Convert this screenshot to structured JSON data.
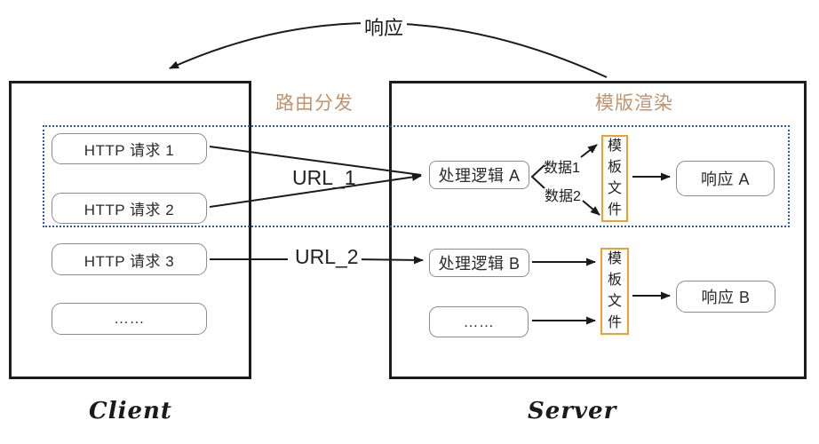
{
  "diagram": {
    "top_arrow_label": "响应",
    "labels": {
      "routing": "路由分发",
      "template_render": "模版渲染",
      "url_1": "URL_1",
      "url_2": "URL_2",
      "data_1": "数据1",
      "data_2": "数据2"
    },
    "client": {
      "title": "Client",
      "requests": [
        "HTTP 请求 1",
        "HTTP 请求 2",
        "HTTP 请求 3",
        "……"
      ]
    },
    "server": {
      "title": "Server",
      "logic_a": "处理逻辑 A",
      "logic_b": "处理逻辑 B",
      "ellipsis": "……",
      "template_file_1": "模\n板\n文\n件",
      "template_file_2": "模\n板\n文\n件",
      "response_a": "响应 A",
      "response_b": "响应 B"
    },
    "colors": {
      "accent_orange": "#ef9e32",
      "label_tan": "#c0936f",
      "dotted_blue": "#2d51d4",
      "line_black": "#1a1a1a"
    }
  }
}
